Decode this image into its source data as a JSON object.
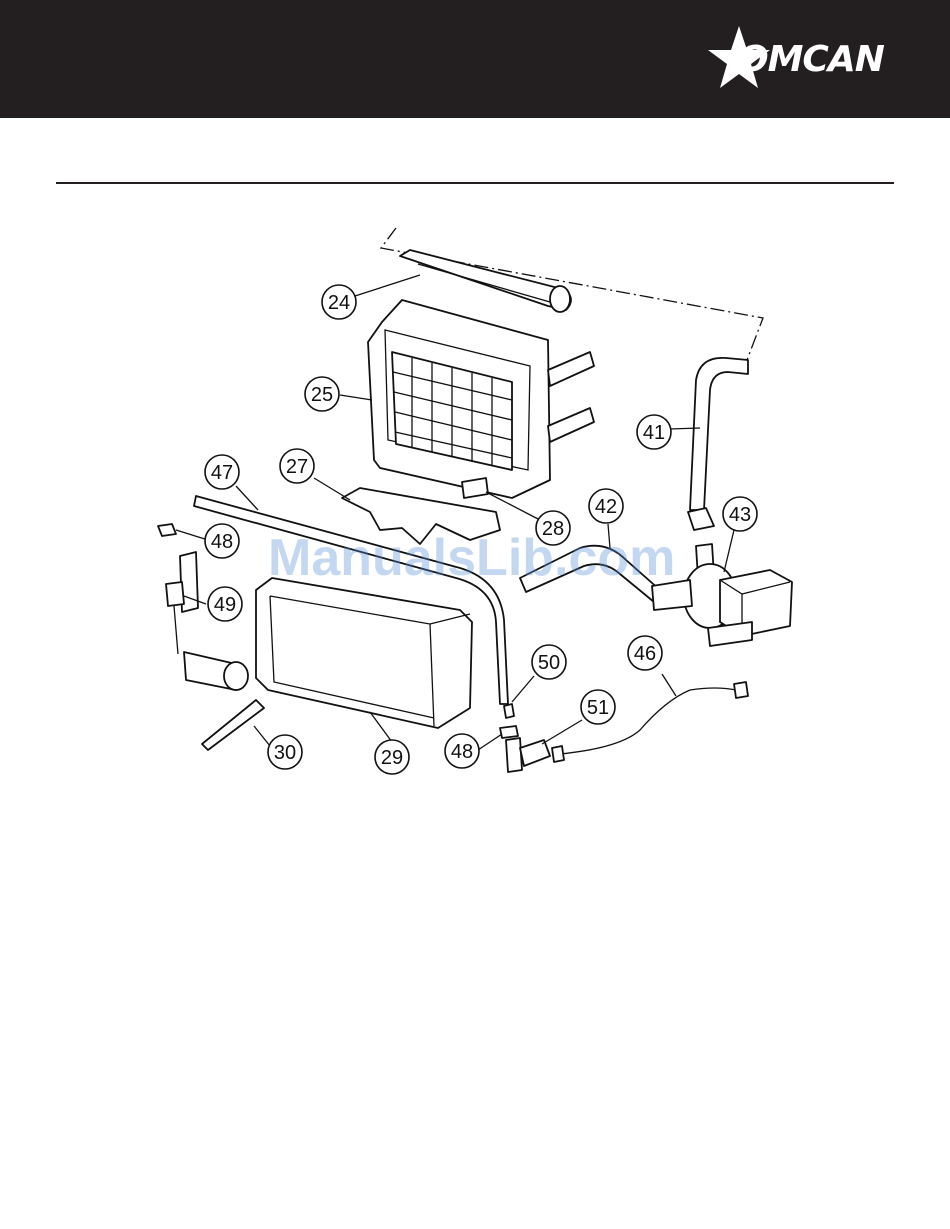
{
  "header": {
    "logo_text": "OMCAN",
    "logo_icon": "star-icon",
    "background": "#231f20"
  },
  "watermark": {
    "text": "ManualsLib.com",
    "color": "#5a8fd6"
  },
  "diagram": {
    "callouts": [
      {
        "id": "24",
        "label": "24"
      },
      {
        "id": "25",
        "label": "25"
      },
      {
        "id": "27",
        "label": "27"
      },
      {
        "id": "28",
        "label": "28"
      },
      {
        "id": "29",
        "label": "29"
      },
      {
        "id": "30",
        "label": "30"
      },
      {
        "id": "41",
        "label": "41"
      },
      {
        "id": "42",
        "label": "42"
      },
      {
        "id": "43",
        "label": "43"
      },
      {
        "id": "46",
        "label": "46"
      },
      {
        "id": "47",
        "label": "47"
      },
      {
        "id": "48a",
        "label": "48"
      },
      {
        "id": "48b",
        "label": "48"
      },
      {
        "id": "49",
        "label": "49"
      },
      {
        "id": "50",
        "label": "50"
      },
      {
        "id": "51",
        "label": "51"
      }
    ]
  }
}
